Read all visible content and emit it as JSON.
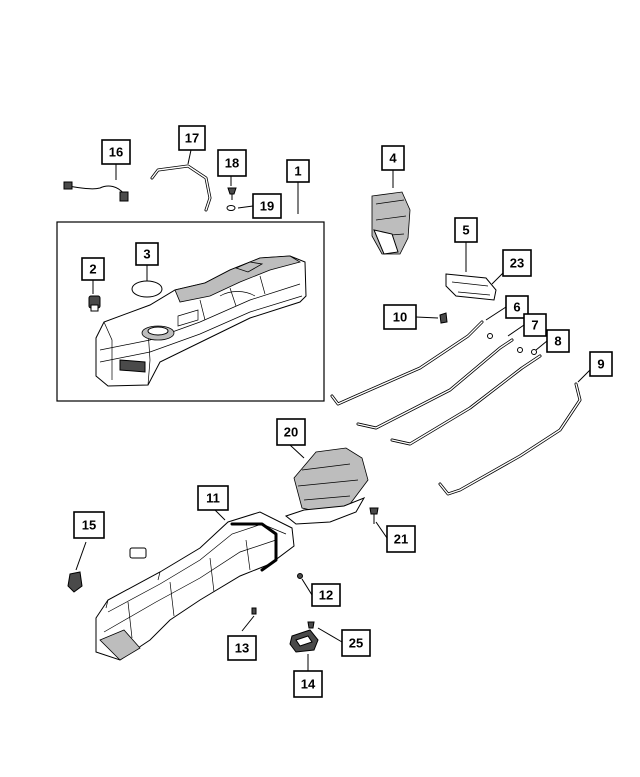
{
  "diagram": {
    "callouts": [
      {
        "id": "1",
        "label": "1"
      },
      {
        "id": "2",
        "label": "2"
      },
      {
        "id": "3",
        "label": "3"
      },
      {
        "id": "4",
        "label": "4"
      },
      {
        "id": "5",
        "label": "5"
      },
      {
        "id": "6",
        "label": "6"
      },
      {
        "id": "7",
        "label": "7"
      },
      {
        "id": "8",
        "label": "8"
      },
      {
        "id": "9",
        "label": "9"
      },
      {
        "id": "10",
        "label": "10"
      },
      {
        "id": "11",
        "label": "11"
      },
      {
        "id": "12",
        "label": "12"
      },
      {
        "id": "13",
        "label": "13"
      },
      {
        "id": "14",
        "label": "14"
      },
      {
        "id": "15",
        "label": "15"
      },
      {
        "id": "16",
        "label": "16"
      },
      {
        "id": "17",
        "label": "17"
      },
      {
        "id": "18",
        "label": "18"
      },
      {
        "id": "19",
        "label": "19"
      },
      {
        "id": "20",
        "label": "20"
      },
      {
        "id": "21",
        "label": "21"
      },
      {
        "id": "23",
        "label": "23"
      },
      {
        "id": "25",
        "label": "25"
      }
    ]
  }
}
